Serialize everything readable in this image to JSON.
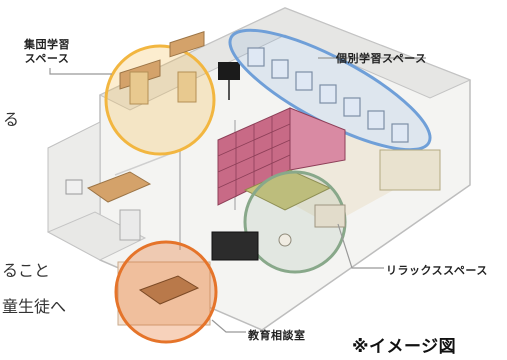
{
  "labels": {
    "group_study_line1": "集団学習",
    "group_study_line2": "スペース",
    "individual_study": "個別学習スペース",
    "relax_space": "リラックススペース",
    "consultation_room": "教育相談室",
    "image_note": "※イメージ図"
  },
  "text_fragments": {
    "line_a": "る",
    "line_b": "ること",
    "line_c": "童生徒へ"
  },
  "colors": {
    "group_circle": "#f2b640",
    "individual_ellipse": "#6f9fd8",
    "relax_circle": "#88a88a",
    "consult_circle": "#e5742a",
    "pink_shelf": "#c86a86",
    "floor_wood": "#d9b98a",
    "leader_line": "#999999"
  }
}
